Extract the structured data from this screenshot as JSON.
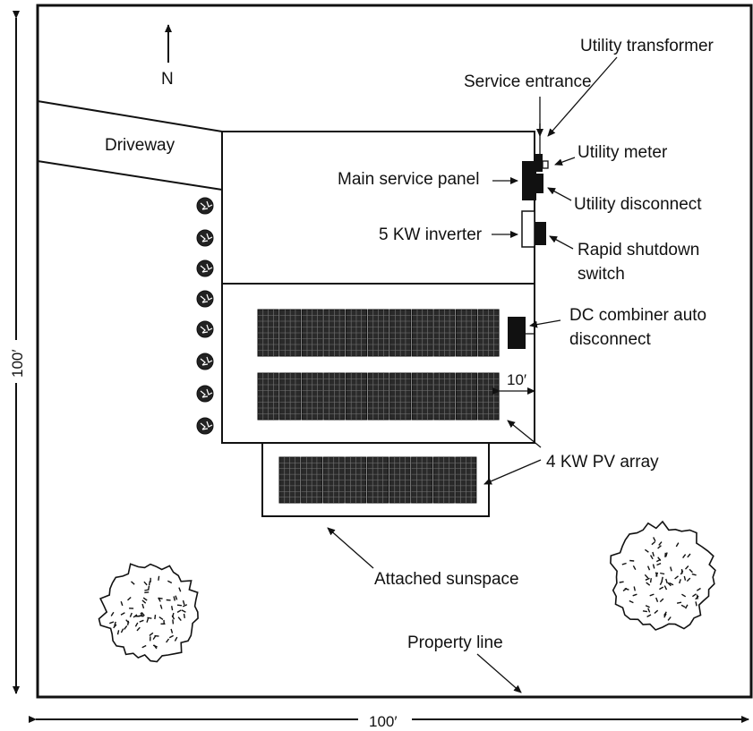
{
  "labels": {
    "north": "N",
    "driveway": "Driveway",
    "utility_transformer": "Utility transformer",
    "service_entrance": "Service entrance",
    "utility_meter": "Utility meter",
    "main_service_panel": "Main service panel",
    "utility_disconnect": "Utility disconnect",
    "inverter": "5 KW inverter",
    "rapid_shutdown_line1": "Rapid shutdown",
    "rapid_shutdown_line2": "switch",
    "dc_combiner_line1": "DC combiner auto",
    "dc_combiner_line2": "disconnect",
    "ten_feet": "10′",
    "pv_array": "4 KW PV array",
    "attached_sunspace": "Attached sunspace",
    "property_line": "Property line",
    "dim_vertical": "100′",
    "dim_horizontal": "100′"
  },
  "colors": {
    "ink": "#111111",
    "panel_fill": "#2a2a2a"
  },
  "icons": {
    "shrub": "round-shrub-icon",
    "tree": "large-tree-icon"
  }
}
